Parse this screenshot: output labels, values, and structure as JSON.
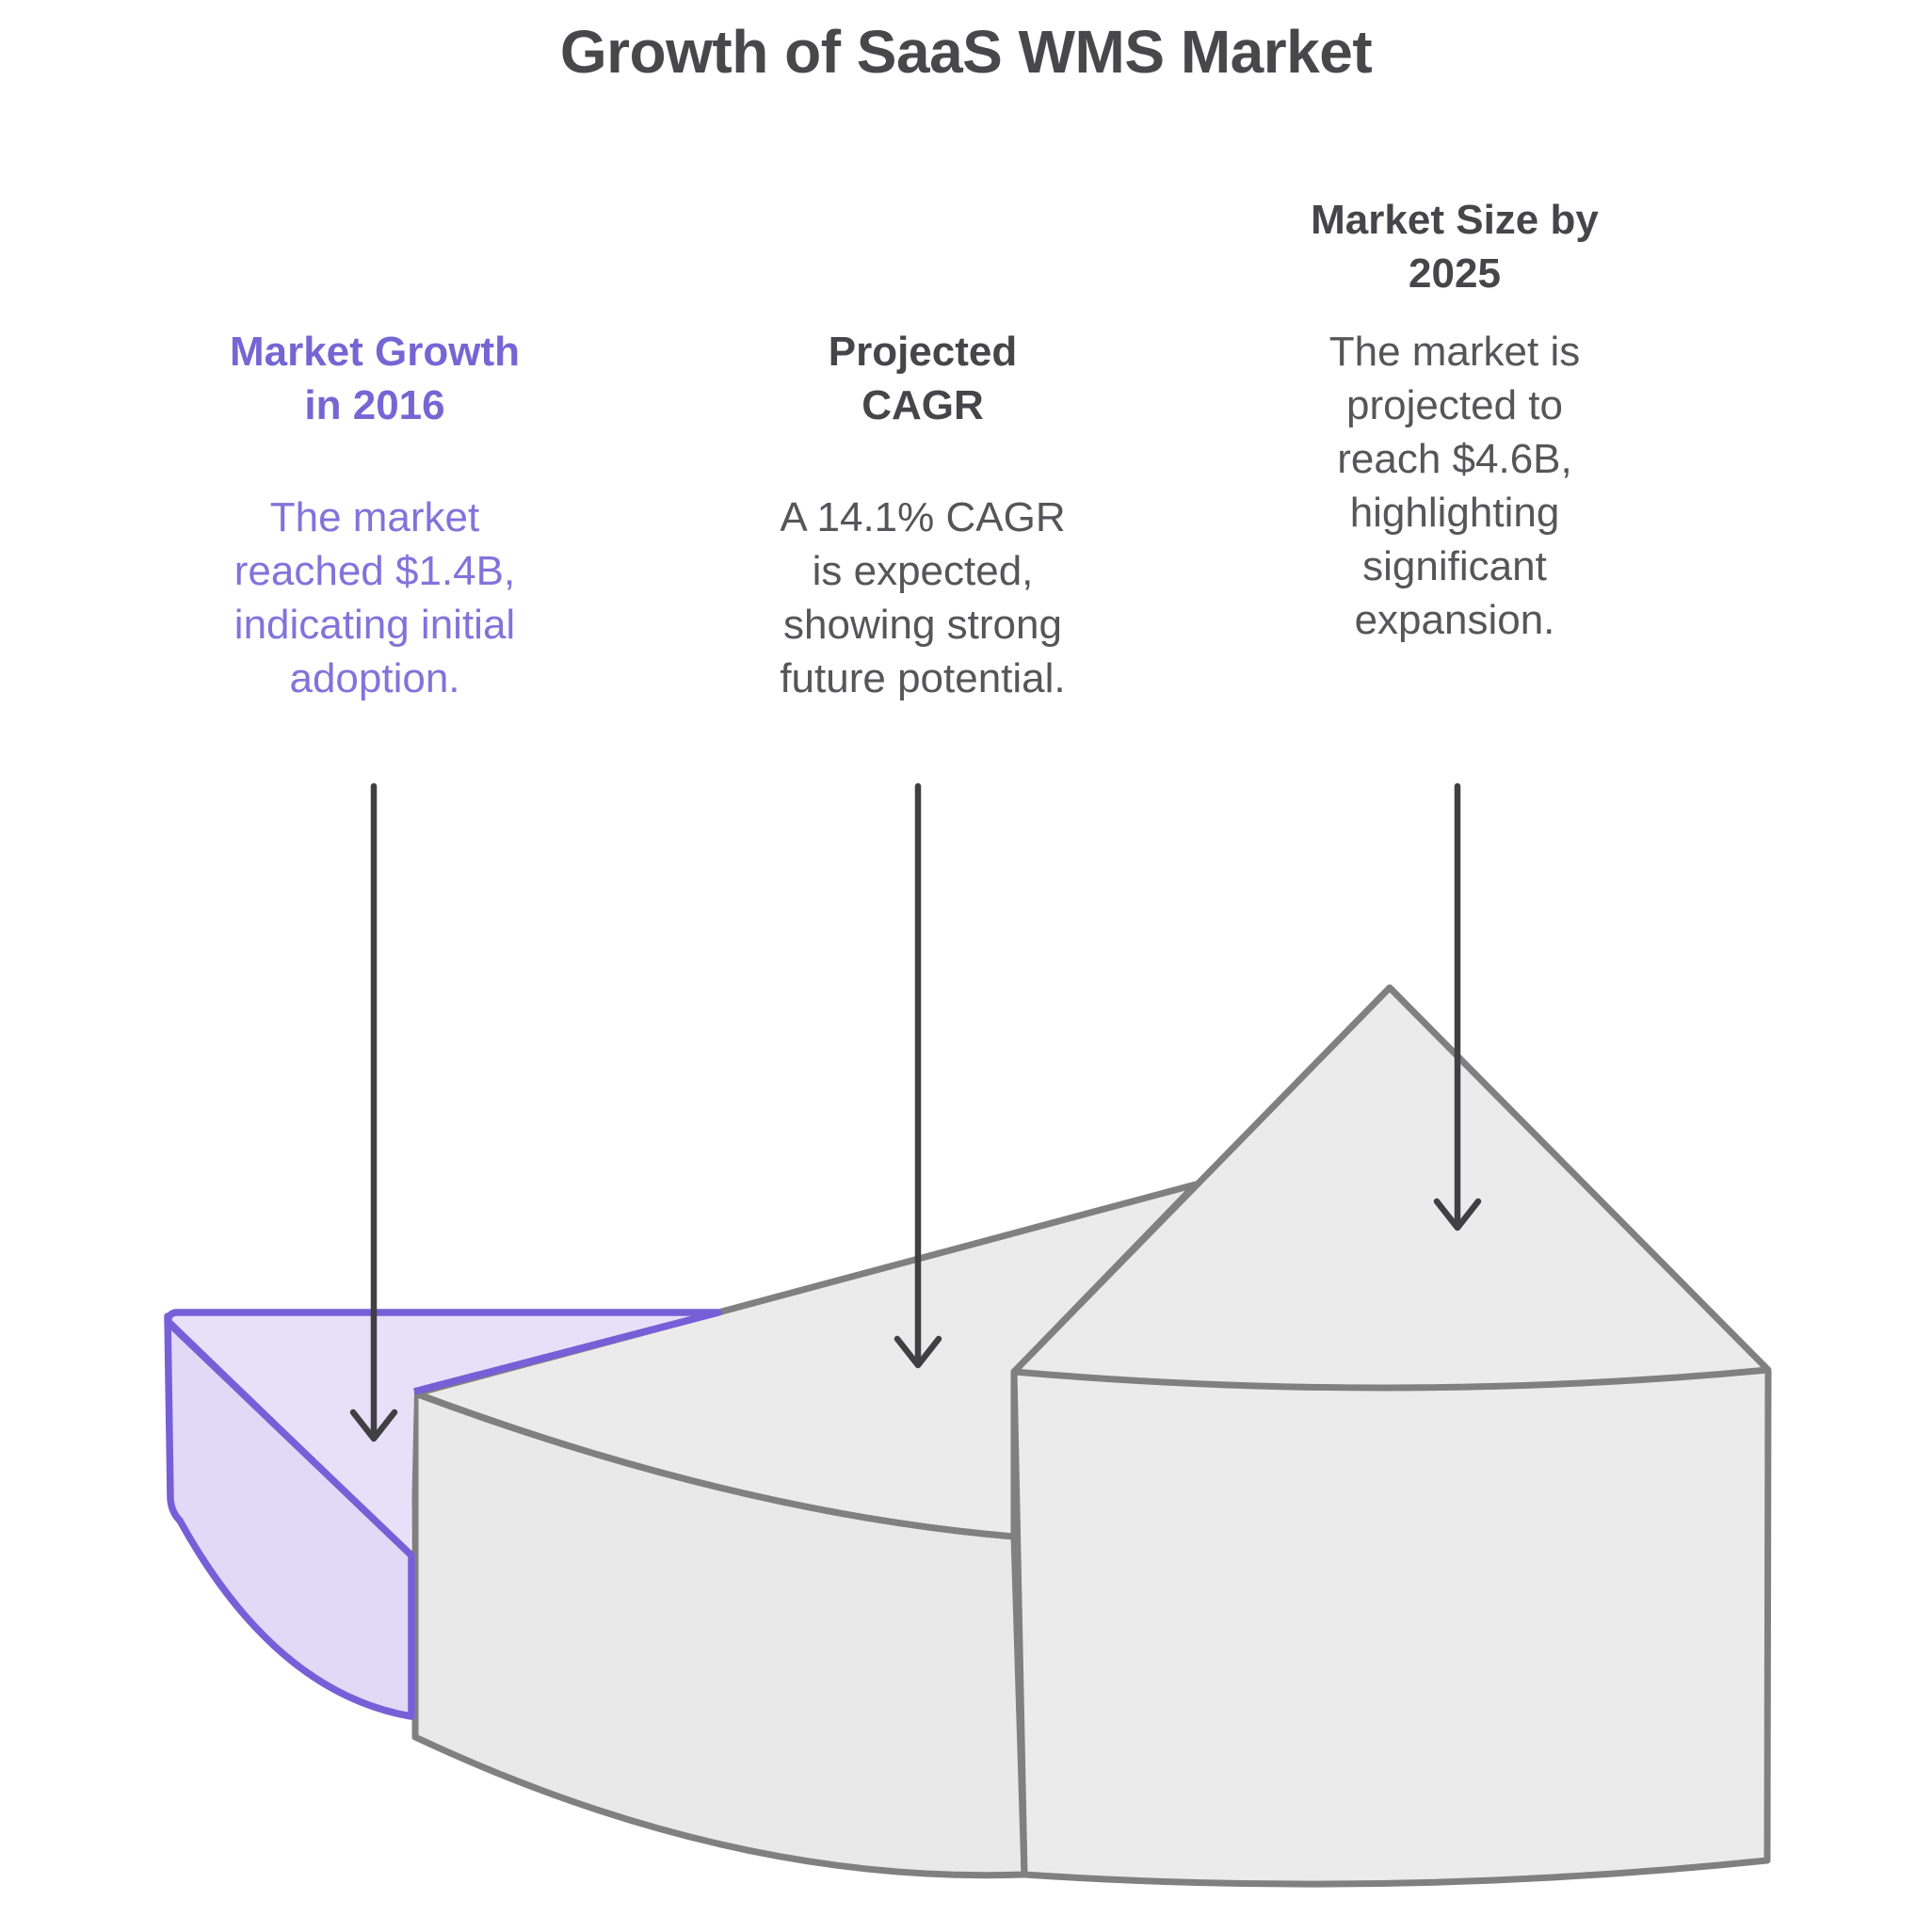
{
  "title": "Growth of SaaS WMS Market",
  "sections": [
    {
      "id": "market-growth-2016",
      "heading": "Market Growth\nin 2016",
      "description": "The market\nreached $1.4B,\nindicating initial\nadoption.",
      "value": "$1.4B",
      "year": "2016",
      "highlighted": true
    },
    {
      "id": "projected-cagr",
      "heading": "Projected\nCAGR",
      "description": "A 14.1% CAGR\nis expected,\nshowing strong\nfuture potential.",
      "value": "14.1%",
      "highlighted": false
    },
    {
      "id": "market-size-2025",
      "heading": "Market Size by\n2025",
      "description": "The market is\nprojected to\nreach $4.6B,\nhighlighting\nsignificant\nexpansion.",
      "value": "$4.6B",
      "year": "2025",
      "highlighted": false
    }
  ],
  "colors": {
    "accent_purple_heading": "#7566D4",
    "accent_purple_body": "#8273DB",
    "purple_wedge_stroke": "#7560D8",
    "purple_wedge_fill_top": "#E6E1F9",
    "purple_wedge_fill_side": "#E0DAF6",
    "gray_wedge_fill": "#ECEBEB",
    "gray_wedge_stroke": "#808080",
    "arrow": "#404044",
    "title_text": "#48484A",
    "heading_text": "#45454A",
    "body_text": "#55555A",
    "background": "#FFFFFF"
  }
}
